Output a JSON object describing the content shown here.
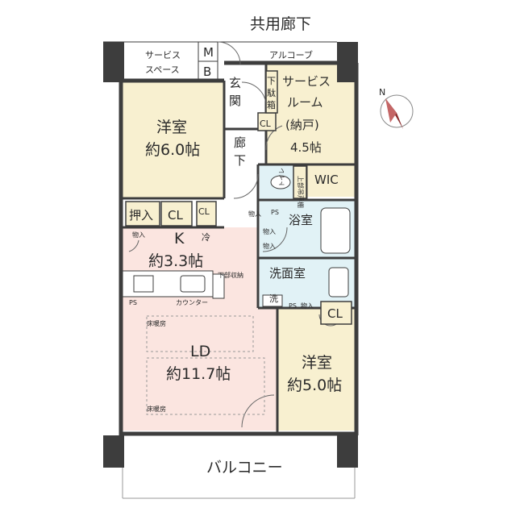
{
  "labels": {
    "corridor": "共用廊下",
    "alcove": "アルコーブ",
    "service_space": "サービス",
    "service_space2": "スペース",
    "mb_m": "M",
    "mb_b": "B",
    "entrance_a": "玄",
    "entrance_b": "関",
    "shoe_a": "下",
    "shoe_b": "駄",
    "shoe_c": "箱",
    "service_room_1": "サービス",
    "service_room_2": "ルーム",
    "service_room_3": "(納戸)",
    "service_room_4": "4.5帖",
    "cl": "CL",
    "hall_a": "廊",
    "hall_b": "下",
    "toilet": "トイレ",
    "toilet_storage": "上部吊戸棚",
    "wic": "WIC",
    "western1": "洋室",
    "western1_size": "約6.0帖",
    "oshiire": "押入",
    "bath": "浴室",
    "storage": "物入",
    "ps": "PS",
    "k": "K",
    "k_size": "約3.3帖",
    "fridge": "冷",
    "washroom": "洗面室",
    "wash": "洗",
    "counter": "カウンター",
    "under_storage": "下部収納",
    "floor_heating": "床暖房",
    "ld": "LD",
    "ld_size": "約11.7帖",
    "western2": "洋室",
    "western2_size": "約5.0帖",
    "balcony": "バルコニー",
    "north": "N"
  },
  "colors": {
    "wall": "#3d3d3d",
    "beige": "#f8f0d0",
    "pink": "#fbe5e0",
    "blue": "#e1f2f6",
    "balcony": "#ffffff",
    "compass_red": "#8b2e2e"
  }
}
